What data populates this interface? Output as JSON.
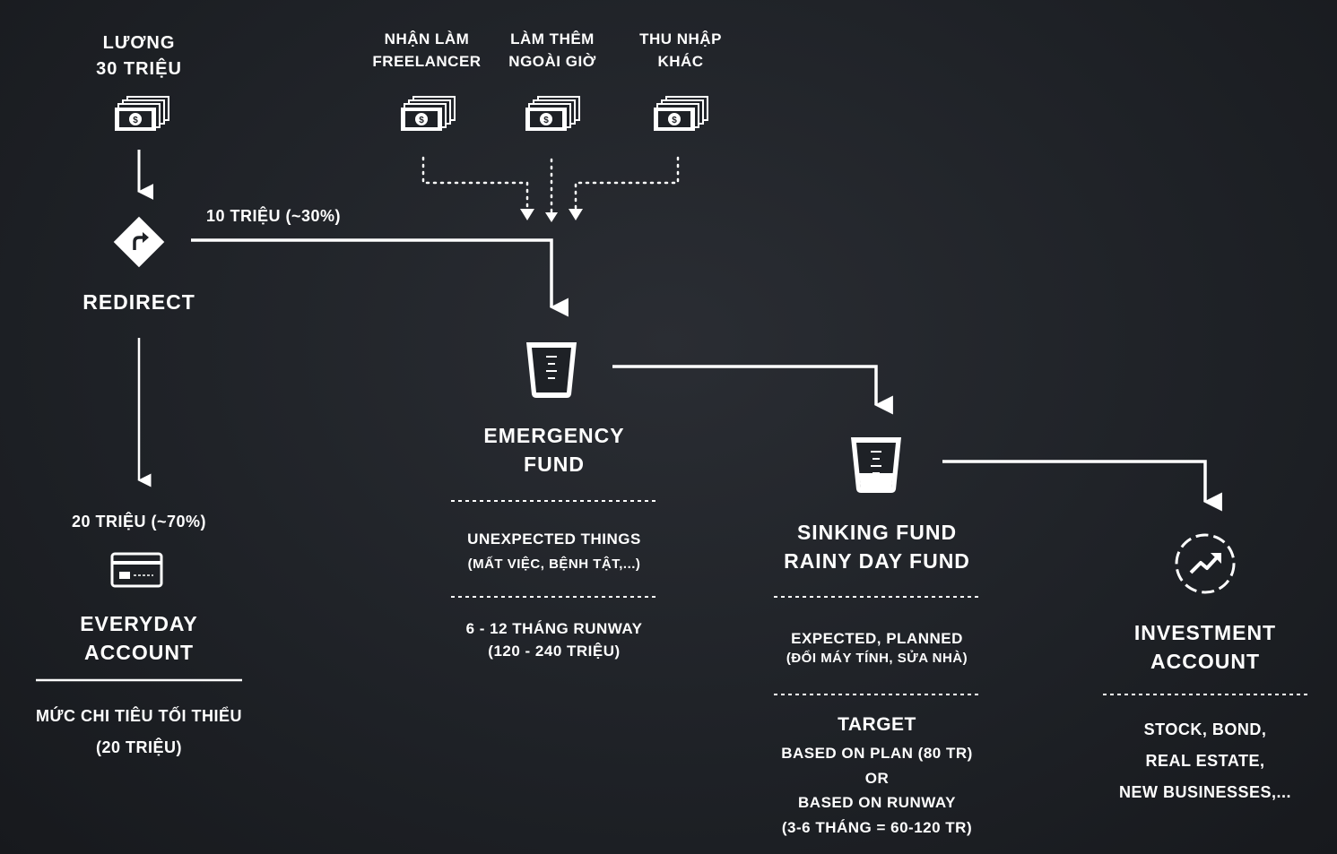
{
  "sources": {
    "salary": [
      "LƯƠNG",
      "30 TRIỆU"
    ],
    "freelance": [
      "NHẬN LÀM",
      "FREELANCER"
    ],
    "overtime": [
      "LÀM THÊM",
      "NGOÀI GIỜ"
    ],
    "other": [
      "THU NHẬP",
      "KHÁC"
    ]
  },
  "redirect": {
    "label": "REDIRECT",
    "split_right": "10 TRIỆU (~30%)",
    "split_down": "20 TRIỆU (~70%)"
  },
  "everyday": {
    "title": [
      "EVERYDAY",
      "ACCOUNT"
    ],
    "desc": [
      "MỨC CHI TIÊU TỐI THIỂU",
      "(20 TRIỆU)"
    ]
  },
  "emergency": {
    "title": [
      "EMERGENCY",
      "FUND"
    ],
    "purpose": [
      "UNEXPECTED THINGS",
      "(MẤT VIỆC, BỆNH TẬT,...)"
    ],
    "target": [
      "6 - 12 THÁNG RUNWAY",
      "(120 - 240 TRIỆU)"
    ]
  },
  "sinking": {
    "title": [
      "SINKING FUND",
      "RAINY DAY FUND"
    ],
    "purpose": [
      "EXPECTED, PLANNED",
      "(ĐỔI MÁY TÍNH, SỬA NHÀ)"
    ],
    "target_heading": "TARGET",
    "target": [
      "BASED ON PLAN (80 TR)",
      "OR",
      "BASED ON RUNWAY",
      "(3-6 THÁNG = 60-120 TR)"
    ]
  },
  "investment": {
    "title": [
      "INVESTMENT",
      "ACCOUNT"
    ],
    "desc": [
      "STOCK, BOND,",
      "REAL ESTATE,",
      "NEW BUSINESSES,..."
    ]
  },
  "colors": {
    "foreground": "#ffffff",
    "background": "#1e2126"
  },
  "icons": [
    "cash-stack-icon",
    "redirect-diamond-icon",
    "credit-card-icon",
    "measuring-cup-icon",
    "investment-growth-icon"
  ]
}
